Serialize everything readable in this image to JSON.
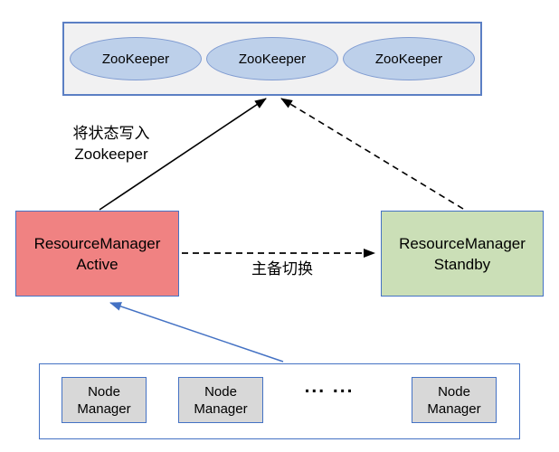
{
  "cluster": {
    "nodes": [
      "ZooKeeper",
      "ZooKeeper",
      "ZooKeeper"
    ]
  },
  "resource_manager_active": {
    "line1": "ResourceManager",
    "line2": "Active"
  },
  "resource_manager_standby": {
    "line1": "ResourceManager",
    "line2": "Standby"
  },
  "node_managers": [
    "Node Manager",
    "Node Manager",
    "Node Manager"
  ],
  "labels": {
    "write_state_line1": "将状态写入",
    "write_state_line2": "Zookeeper",
    "failover": "主备切换",
    "ellipsis": "... ..."
  },
  "colors": {
    "accent_blue": "#4472c4",
    "cluster_box_border": "#5b7fc4",
    "cluster_box_fill": "#f1f1f2",
    "zookeeper_ellipse_fill": "#bdd0ea",
    "zookeeper_ellipse_border": "#7f9bd1",
    "active_fill": "#f08282",
    "standby_fill": "#cbdfb7",
    "node_manager_fill": "#d8d8d8",
    "arrow_black": "#000000",
    "arrow_blue": "#4472c4"
  }
}
